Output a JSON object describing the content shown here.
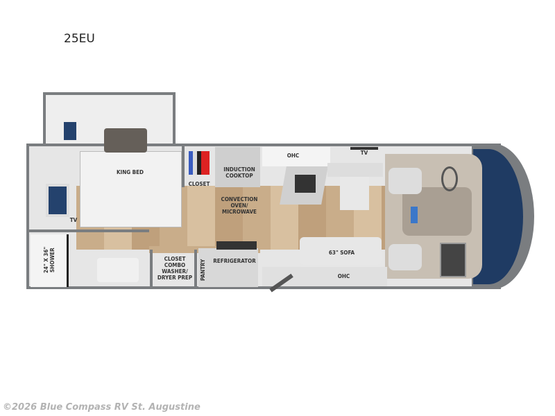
{
  "model": "25EU",
  "labels": {
    "king_bed": "KING BED",
    "tv_bedroom": "TV",
    "closet": "CLOSET",
    "induction_cooktop": "INDUCTION\nCOOKTOP",
    "convection_oven": "CONVECTION\nOVEN/\nMICROWAVE",
    "ohc_top": "OHC",
    "tv_living": "TV",
    "shower": "24\" X 36\"\nSHOWER",
    "closet_washer": "CLOSET\nCOMBO\nWASHER/\nDRYER PREP",
    "pantry": "PANTRY",
    "refrigerator": "REFRIGERATOR",
    "sofa": "63\" SOFA",
    "ohc_bottom": "OHC"
  },
  "colors": {
    "wall": "#7a7d80",
    "floor": "#c9ad8a",
    "windshield": "#1f3b63"
  },
  "watermark": "©2026 Blue Compass RV St. Augustine"
}
